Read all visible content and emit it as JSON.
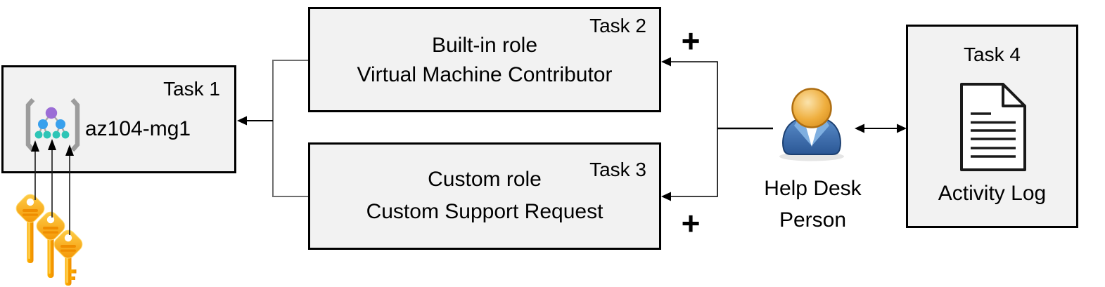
{
  "colors": {
    "box_fill": "#f2f2f2",
    "box_border": "#000000",
    "connector_gray": "#6e6e6e",
    "connector_black": "#000000",
    "key_yellow": "#ffc83d",
    "key_orange": "#f39200",
    "key_stripe": "#ef8d00",
    "mg_bracket_gray": "#9c9c9c",
    "mg_purple": "#9b6dd6",
    "mg_blue": "#38a0ed",
    "mg_teal": "#2ec5b6",
    "person_head_orange": "#e8a33d",
    "person_body_blue": "#3a6db3"
  },
  "task1": {
    "label": "Task 1",
    "resource_name": "az104-mg1"
  },
  "task2": {
    "label": "Task 2",
    "line1": "Built-in role",
    "line2": "Virtual Machine Contributor"
  },
  "task3": {
    "label": "Task 3",
    "line1": "Custom role",
    "line2": "Custom Support Request"
  },
  "task4": {
    "label": "Task 4",
    "caption": "Activity Log"
  },
  "person": {
    "line1": "Help Desk",
    "line2": "Person"
  },
  "plus_signs": {
    "top": "+",
    "bottom": "+"
  },
  "icons": {
    "management_group": "management-group-icon",
    "key": "key-icon",
    "person": "person-icon",
    "document": "document-icon"
  }
}
